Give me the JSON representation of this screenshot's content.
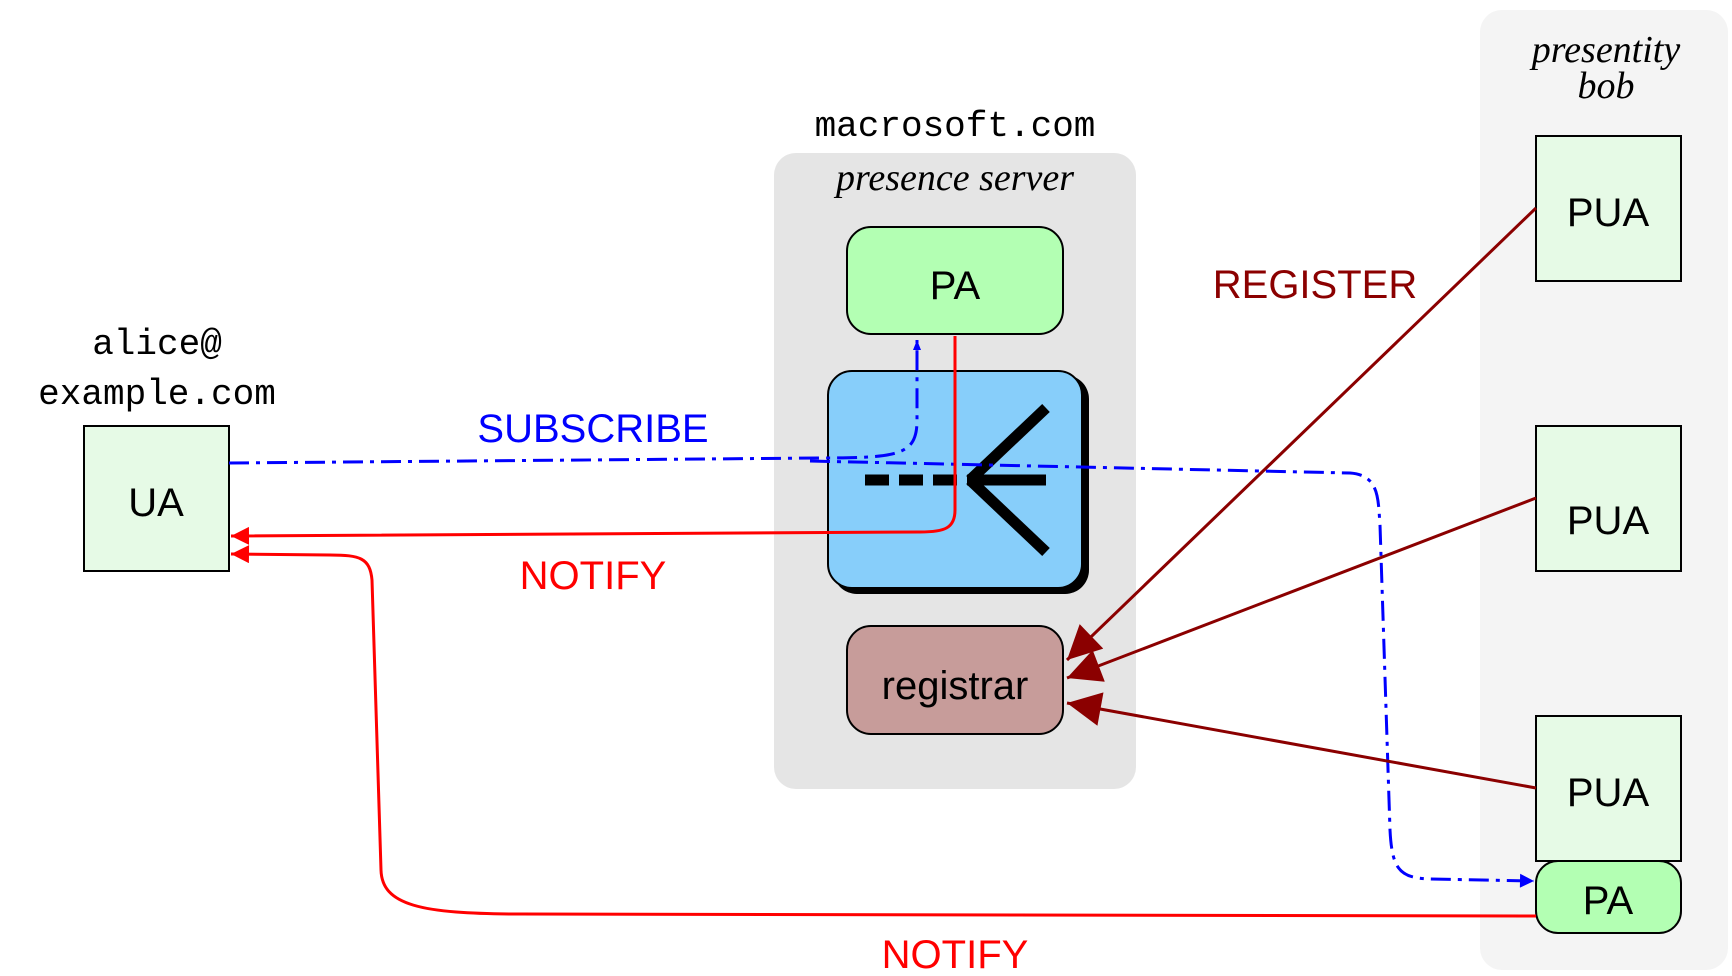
{
  "domain_labels": {
    "client_line1": "alice@",
    "client_line2": "example.com",
    "server_domain": "macrosoft.com",
    "server_caption": "presence server",
    "presentity_line1": "presentity",
    "presentity_line2": "bob"
  },
  "nodes": {
    "ua": "UA",
    "server_pa": "PA",
    "registrar": "registrar",
    "pua_1": "PUA",
    "pua_2": "PUA",
    "pua_3": "PUA",
    "device_pa": "PA"
  },
  "messages": {
    "subscribe": "SUBSCRIBE",
    "notify_server": "NOTIFY",
    "notify_device": "NOTIFY",
    "register": "REGISTER"
  },
  "colors": {
    "subscribe": "#0000ff",
    "notify": "#ff0000",
    "register": "#8b0000",
    "pa_fill": "#b3ffb3",
    "pua_fill": "#e6fae6",
    "proxy_fill": "#87cefa",
    "registrar_fill": "#c79c9a",
    "server_bg": "#e5e5e5",
    "presentity_bg": "#f4f4f4"
  }
}
